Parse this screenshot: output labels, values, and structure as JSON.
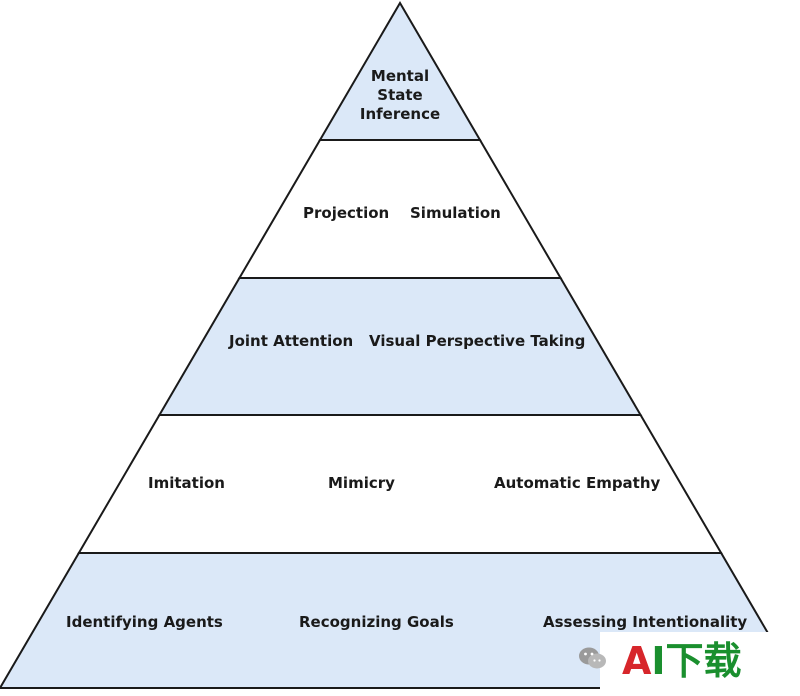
{
  "diagram": {
    "tiers": [
      {
        "labels": [
          "Mental",
          "State",
          "Inference"
        ],
        "shaded": true
      },
      {
        "labels": [
          "Projection",
          "Simulation"
        ],
        "shaded": false
      },
      {
        "labels": [
          "Joint Attention",
          "Visual Perspective Taking"
        ],
        "shaded": true
      },
      {
        "labels": [
          "Imitation",
          "Mimicry",
          "Automatic Empathy"
        ],
        "shaded": false
      },
      {
        "labels": [
          "Identifying Agents",
          "Recognizing Goals",
          "Assessing Intentionality"
        ],
        "shaded": true
      }
    ],
    "colors": {
      "shaded_fill": "#dbe8f8",
      "plain_fill": "#ffffff",
      "stroke": "#1a1a1a"
    }
  },
  "watermark": {
    "icon": "wechat-icon",
    "text_a": "A",
    "text_rest": "I下载",
    "colors": {
      "a": "#d7262b",
      "rest": "#1a8f2e"
    }
  }
}
